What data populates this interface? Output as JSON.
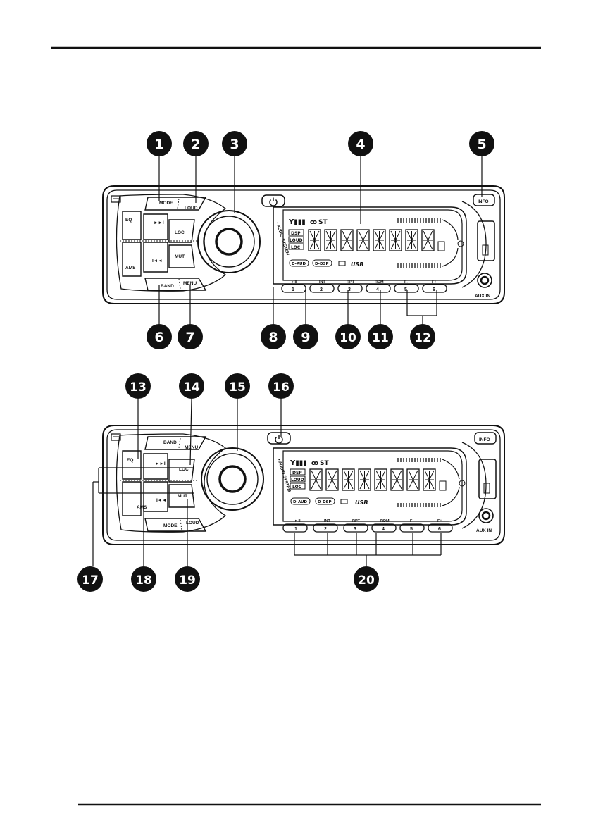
{
  "panel_top": {
    "callouts": [
      "1",
      "2",
      "3",
      "4",
      "5",
      "6",
      "7",
      "8",
      "9",
      "10",
      "11",
      "12"
    ],
    "labels": {
      "mode": "MODE",
      "loud": "LOUD",
      "eq": "EQ",
      "loc": "LOC",
      "mut": "MUT",
      "ams": "AMS",
      "band": "BAND",
      "menu": "MENU",
      "info": "INFO",
      "aux": "AUX IN",
      "audio": "• AUDIO SYSTEM",
      "st": "ST",
      "usb": "USB",
      "disp_dsp": "DSP",
      "disp_loud": "LOUD",
      "disp_loc": "LOC",
      "d_aud": "D-AUD",
      "d_dsp": "D-DSP"
    },
    "presets": [
      {
        "num": "1",
        "top": "►II"
      },
      {
        "num": "2",
        "top": "INT"
      },
      {
        "num": "3",
        "top": "RPT"
      },
      {
        "num": "4",
        "top": "RDM"
      },
      {
        "num": "5",
        "top": "F-"
      },
      {
        "num": "6",
        "top": "F+"
      }
    ]
  },
  "panel_bottom": {
    "callouts": [
      "13",
      "14",
      "15",
      "16",
      "17",
      "18",
      "19",
      "20"
    ],
    "labels": {
      "band": "BAND",
      "menu": "MENU",
      "eq": "EQ",
      "loc": "LOC",
      "ams": "AMS",
      "mut": "MUT",
      "mode": "MODE",
      "loud": "LOUD",
      "info": "INFO",
      "aux": "AUX IN",
      "audio": "• AUDIO SYSTEM",
      "st": "ST",
      "usb": "USB",
      "disp_dsp": "DSP",
      "disp_loud": "LOUD",
      "disp_loc": "LOC",
      "d_aud": "D-AUD",
      "d_dsp": "D-DSP"
    },
    "presets": [
      {
        "num": "1",
        "top": "►II"
      },
      {
        "num": "2",
        "top": "INT"
      },
      {
        "num": "3",
        "top": "RPT"
      },
      {
        "num": "4",
        "top": "RDM"
      },
      {
        "num": "5",
        "top": "F-"
      },
      {
        "num": "6",
        "top": "F+"
      }
    ]
  }
}
